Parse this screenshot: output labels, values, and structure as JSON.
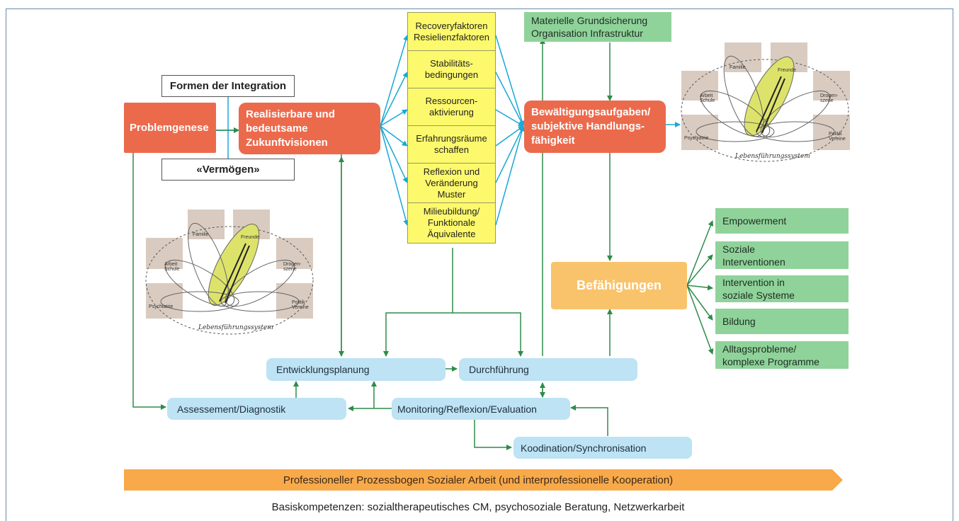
{
  "nodes": {
    "problemgenese": "Problemgenese",
    "zukunftsvisionen": "Realisierbare und\nbedeutsame\nZukunftvisionen",
    "formen": "Formen der Integration",
    "vermoegen": "«Vermögen»",
    "bewaeltigung": "Bewältigungsaufgaben/\nsubjektive Handlungs-\nfähigkeit",
    "grundsicherung": "Materielle Grundsicherung\nOrganisation Infrastruktur",
    "befaehigungen": "Befähigungen"
  },
  "factors": [
    "Recoveryfaktoren\nResielienzfaktoren",
    "Stabilitäts-\nbedingungen",
    "Ressourcen-\naktivierung",
    "Erfahrungsräume\nschaffen",
    "Reflexion und\nVeränderung\nMuster",
    "Milieubildung/\nFunktionale\nÄquivalente"
  ],
  "outcomes": [
    "Empowerment",
    "Soziale\nInterventionen",
    "Intervention in\nsoziale Systeme",
    "Bildung",
    "Alltagsprobleme/\nkomplexe Programme"
  ],
  "process": {
    "entwicklung": "Entwicklungsplanung",
    "durchfuehrung": "Durchführung",
    "assessement": "Assessement/Diagnostik",
    "monitoring": "Monitoring/Reflexion/Evaluation",
    "koordination": "Koodination/Synchronisation"
  },
  "lebensfuehrung": {
    "caption": "Lebensführungssystem",
    "labels": [
      "Familie",
      "Freunde",
      "Arbeit\nSchule",
      "Drogen-\nszene",
      "Psychiatrie",
      "Politik\nVereine"
    ]
  },
  "banner": "Professioneller Prozessbogen Sozialer Arbeit (und interprofessionelle Kooperation)",
  "basis": "Basiskompetenzen: sozialtherapeutisches CM, psychosoziale Beratung, Netzwerkarbeit",
  "colors": {
    "orange": "#ec6a4c",
    "yellow": "#fdf96c",
    "green": "#8fd39a",
    "blue": "#bde3f4",
    "befaehigungen": "#f9c36b",
    "banner": "#f8a94a",
    "arrow_green": "#2e8b4a",
    "arrow_cyan": "#18a8d8"
  }
}
